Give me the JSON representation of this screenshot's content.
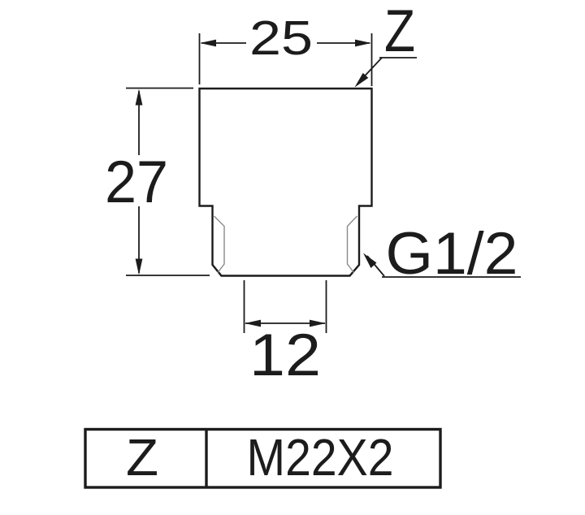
{
  "drawing": {
    "dim_top_width": "25",
    "dim_height": "27",
    "dim_bottom_width": "12",
    "z_callout": "Z",
    "thread_label": "G1/2"
  },
  "spec_table": {
    "key": "Z",
    "value": "M22X2"
  },
  "colors": {
    "line": "#1c1c1c",
    "thread_line": "#8a8a8a",
    "background": "#ffffff"
  }
}
